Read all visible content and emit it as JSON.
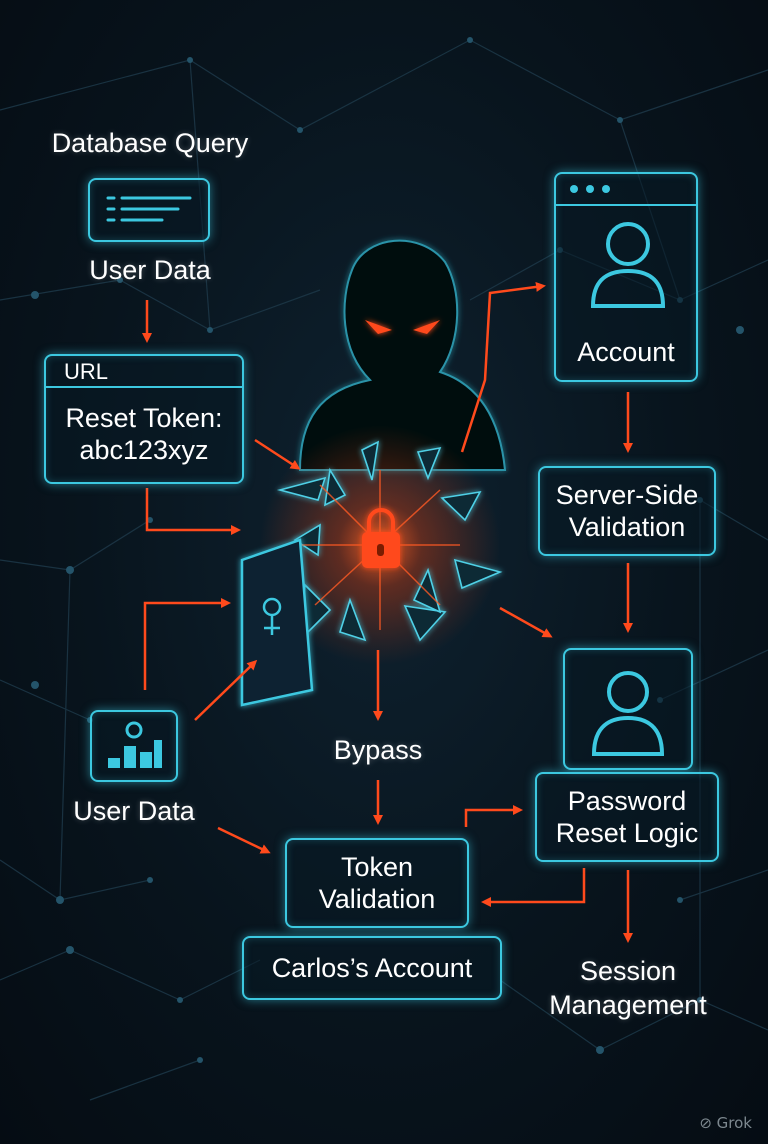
{
  "labels": {
    "database_query": "Database Query",
    "user_data_top": "User Data",
    "url": "URL",
    "reset_token_line1": "Reset Token:",
    "reset_token_line2": "abc123xyz",
    "account": "Account",
    "server_side_line1": "Server-Side",
    "server_side_line2": "Validation",
    "bypass": "Bypass",
    "user_data_bottom": "User Data",
    "password_reset_line1": "Password",
    "password_reset_line2": "Reset Logic",
    "token_validation_line1": "Token",
    "token_validation_line2": "Validation",
    "carlos_account": "Carlos’s Account",
    "session_line1": "Session",
    "session_line2": "Management"
  },
  "watermark": "Grok",
  "colors": {
    "background": "#06101a",
    "cyan": "#3cc8e0",
    "orange": "#ff4a1c",
    "text": "#ffffff"
  },
  "icons": [
    "list-document-icon",
    "browser-user-icon",
    "user-profile-icon",
    "bar-chart-icon",
    "padlock-icon",
    "hooded-hacker-icon",
    "keyhole-shield-icon"
  ]
}
